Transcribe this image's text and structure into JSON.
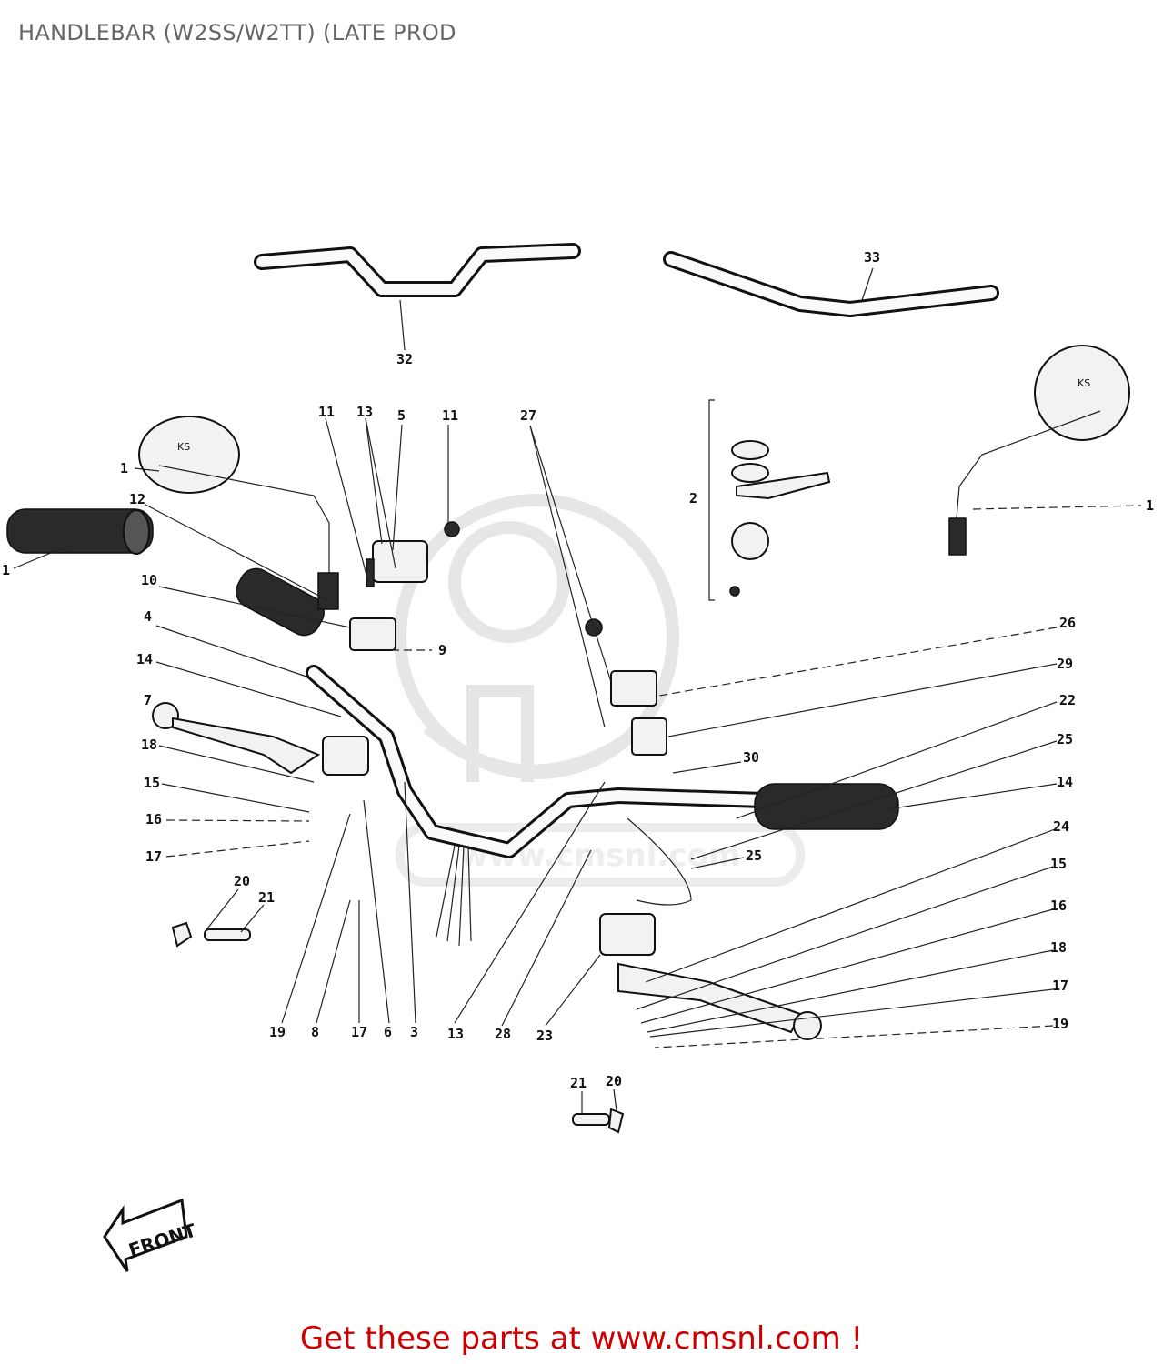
{
  "header": {
    "title": "HANDLEBAR (W2SS/W2TT) (LATE PROD"
  },
  "footer": {
    "promo": "Get these parts at www.cmsnl.com !"
  },
  "diagram": {
    "front_label": "FRONT",
    "mirror_badge": "KS",
    "watermark_url": "www.cmsnl.com",
    "callouts": {
      "c1a": "1",
      "c1b": "1",
      "c1c": "1",
      "c2": "2",
      "c3": "3",
      "c4": "4",
      "c5": "5",
      "c6": "6",
      "c7": "7",
      "c8": "8",
      "c9": "9",
      "c10": "10",
      "c11a": "11",
      "c11b": "11",
      "c12": "12",
      "c13a": "13",
      "c13b": "13",
      "c14a": "14",
      "c14b": "14",
      "c15a": "15",
      "c15b": "15",
      "c16a": "16",
      "c16b": "16",
      "c17a": "17",
      "c17b": "17",
      "c17c": "17",
      "c18a": "18",
      "c18b": "18",
      "c19a": "19",
      "c19b": "19",
      "c20a": "20",
      "c20b": "20",
      "c21a": "21",
      "c21b": "21",
      "c22": "22",
      "c23": "23",
      "c24": "24",
      "c25a": "25",
      "c25b": "25",
      "c26": "26",
      "c27": "27",
      "c28": "28",
      "c29": "29",
      "c30": "30",
      "c32": "32",
      "c33": "33"
    }
  }
}
